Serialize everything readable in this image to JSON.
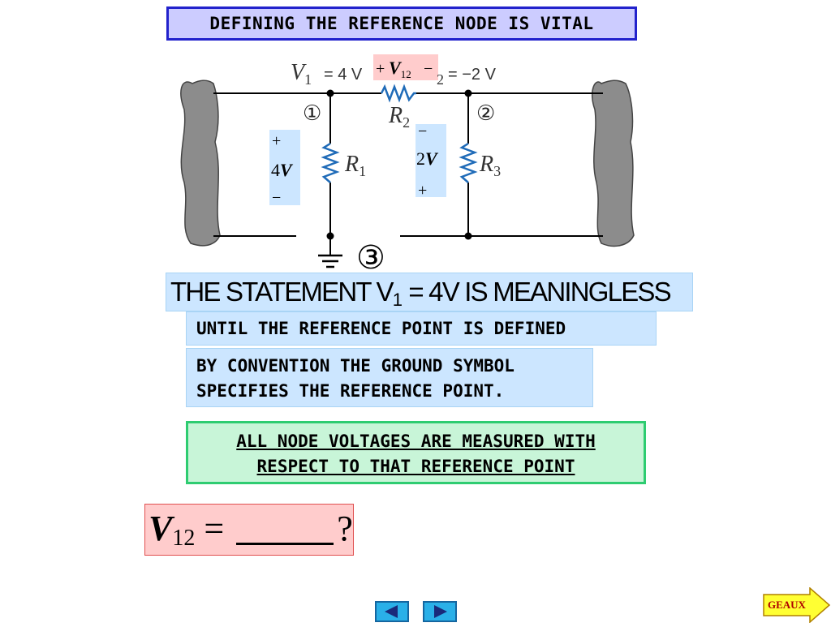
{
  "title": "DEFINING THE REFERENCE NODE IS VITAL",
  "circuit": {
    "v1_label": "= 4 V",
    "v2_label": "= −2 V",
    "v12_plus": "+",
    "v12_minus": "−",
    "left_box": {
      "plus": "+",
      "value": "4V",
      "minus": "−"
    },
    "mid_box": {
      "minus": "−",
      "value": "2V",
      "plus": "+"
    },
    "node1": "①",
    "node2": "②",
    "node3": "③",
    "resistors": [
      "R1",
      "R2",
      "R3"
    ],
    "accent_colors": {
      "resistor": "#1f6bb8",
      "highlight_blue": "#cce6ff",
      "highlight_red": "#ffcccc",
      "electrode": "#888888"
    }
  },
  "statement": {
    "pre": "THE STATEMENT  V",
    "sub": "1",
    "post": " = 4V  IS MEANINGLESS"
  },
  "until": "UNTIL THE REFERENCE POINT IS DEFINED",
  "convention": {
    "line1": "BY CONVENTION THE GROUND SYMBOL",
    "line2": "SPECIFIES THE REFERENCE POINT."
  },
  "all_nodes": {
    "line1": "ALL NODE VOLTAGES ARE MEASURED WITH",
    "line2": "RESPECT TO THAT REFERENCE POINT"
  },
  "question": {
    "v": "V",
    "sub": "12",
    "eq": " = ",
    "q": "?"
  },
  "nav": {
    "prev_icon": "left-triangle-icon",
    "next_icon": "right-triangle-icon",
    "geaux": "GEAUX"
  }
}
